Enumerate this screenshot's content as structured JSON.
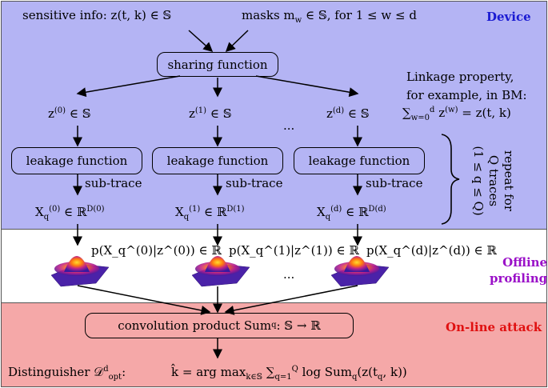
{
  "colors": {
    "device_bg": "#b4b4f4",
    "offline_bg": "#ffffff",
    "online_bg": "#f5a8a8",
    "device_label": "#1a1ad2",
    "offline_label": "#9a10c8",
    "online_label": "#e01010"
  },
  "device": {
    "label": "Device",
    "sensitive_info": "sensitive info: z(t, k) ∈ 𝕊",
    "masks": "masks m",
    "masks_sub": "w",
    "masks_rest": " ∈ 𝕊, for 1 ≤ w ≤ d",
    "sharing_function": "sharing function",
    "linkage": [
      "Linkage property,",
      "for example, in BM:"
    ],
    "linkage_formula": "∑",
    "linkage_formula_rest": "z",
    "shares": [
      {
        "base": "z",
        "sup": "(0)",
        "rest": " ∈ 𝕊"
      },
      {
        "base": "z",
        "sup": "(1)",
        "rest": " ∈ 𝕊"
      },
      {
        "base": "z",
        "sup": "(d)",
        "rest": " ∈ 𝕊"
      }
    ],
    "ellipsis": "...",
    "leakage_function": "leakage function",
    "sub_trace": "sub-trace",
    "traces": [
      {
        "base": "X",
        "sub": "q",
        "sup": "(0)",
        "rest": " ∈ ℝ",
        "dim": "D",
        "dimsup": "(0)"
      },
      {
        "base": "X",
        "sub": "q",
        "sup": "(1)",
        "rest": " ∈ ℝ",
        "dim": "D",
        "dimsup": "(1)"
      },
      {
        "base": "X",
        "sub": "q",
        "sup": "(d)",
        "rest": " ∈ ℝ",
        "dim": "D",
        "dimsup": "(d)"
      }
    ],
    "repeat": [
      "repeat for",
      "Q traces",
      "(1 ≤ q ≤ Q)"
    ]
  },
  "offline": {
    "label_lines": [
      "Offline",
      "profiling"
    ],
    "pdfs": [
      "p(X_q^(0)|z^(0)) ∈ ℝ",
      "p(X_q^(1)|z^(1)) ∈ ℝ",
      "p(X_q^(d)|z^(d)) ∈ ℝ"
    ],
    "ellipsis": "..."
  },
  "online": {
    "label": "On-line attack",
    "convolution": "convolution product Sum",
    "convolution_sub": "q",
    "convolution_rest": " : 𝕊 → ℝ",
    "distinguisher": "Distinguisher 𝒟",
    "distinguisher_sup": "d",
    "distinguisher_sub": "opt",
    "distinguisher_colon": ":",
    "argmax": "k̂ = arg max",
    "argmax_sub": "k∈𝕊",
    "argmax_rest": " log Sum",
    "argmax_tail": "(z(t",
    "argmax_end": ", k))"
  }
}
